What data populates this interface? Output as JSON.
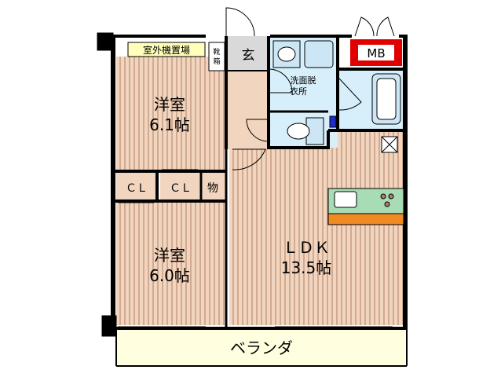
{
  "rooms": {
    "western_room_1": {
      "name": "洋室",
      "size": "6.1帖"
    },
    "western_room_2": {
      "name": "洋室",
      "size": "6.0帖"
    },
    "ldk": {
      "name": "ＬＤＫ",
      "size": "13.5帖"
    },
    "entrance": {
      "name": "玄"
    },
    "washroom": {
      "name_line1": "洗面脱",
      "name_line2": "衣所"
    },
    "closet_1": {
      "name": "ＣＬ"
    },
    "closet_2": {
      "name": "ＣＬ"
    },
    "storage": {
      "name": "物"
    },
    "shoe_storage": {
      "name_line1": "靴",
      "name_line2": "箱"
    },
    "outdoor_unit_area": {
      "name": "室外機置場"
    },
    "meter_box": {
      "name": "MB"
    },
    "veranda": {
      "name": "ベランダ"
    }
  },
  "colors": {
    "room_floor": "#F2D5BE",
    "wood_lines": "#B07E66",
    "entrance_floor": "#D9D9D9",
    "wet_area": "#D7EFFA",
    "fixture": "#CDE6F6",
    "veranda_fill": "#FFFFE0",
    "outdoor_unit_fill": "#FFFFBB",
    "meter_box_fill": "#E00000",
    "kitchen_counter": "#F08A23",
    "kitchen_top": "#A7DCB5",
    "wall": "#000000"
  }
}
